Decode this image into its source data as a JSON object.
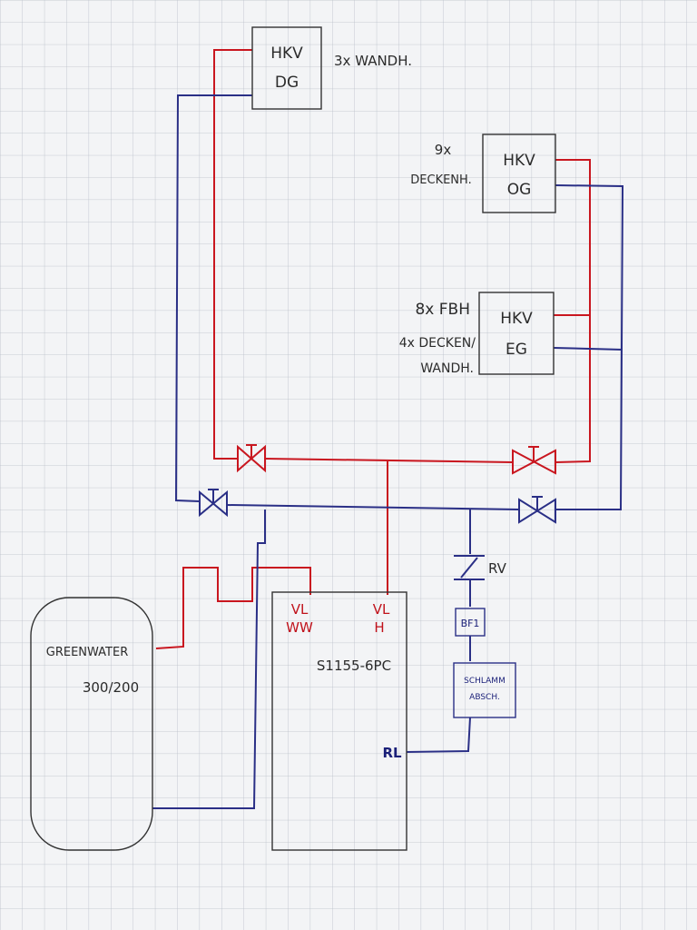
{
  "hkv_dg": {
    "line1": "HKV",
    "line2": "DG",
    "note": "3x WANDH."
  },
  "hkv_og": {
    "line1": "HKV",
    "line2": "OG",
    "note_line1": "9x",
    "note_line2": "DECKENH."
  },
  "hkv_eg": {
    "line1": "HKV",
    "line2": "EG",
    "note_line1": "8x FBH",
    "note_line2": "4x DECKEN/",
    "note_line3": "WANDH."
  },
  "storage": {
    "name": "GREENWATER",
    "size": "300/200"
  },
  "heat_pump": {
    "name": "S1155-6PC",
    "vl_ww_1": "VL",
    "vl_ww_2": "WW",
    "vl_h_1": "VL",
    "vl_h_2": "H",
    "rl": "RL"
  },
  "check_valve": {
    "label": "RV"
  },
  "filter": {
    "label": "BF1"
  },
  "sludge": {
    "line1": "SCHLAMM",
    "line2": "ABSCH."
  },
  "colors": {
    "flow": "#c9161f",
    "return": "#2a2f86",
    "grid": "#b9bfc8",
    "paper": "#f3f4f6"
  }
}
